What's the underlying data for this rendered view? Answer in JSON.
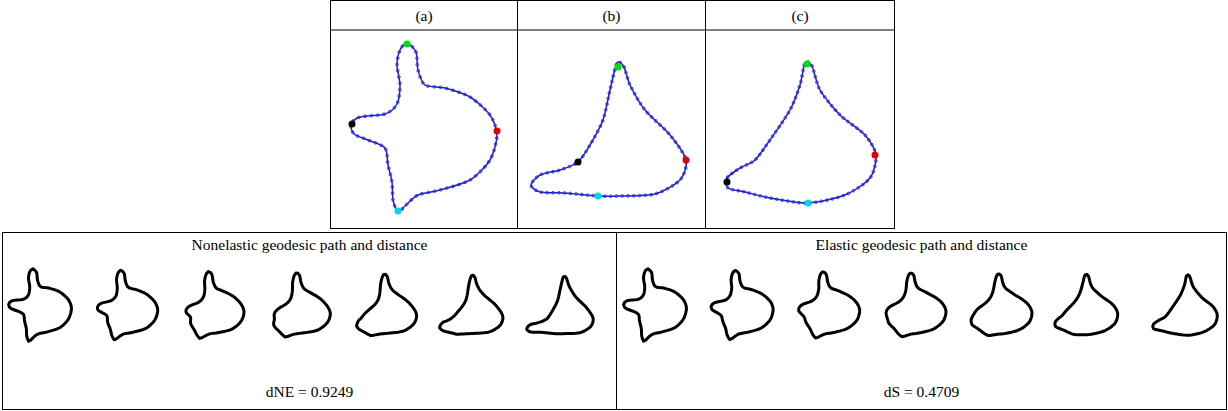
{
  "diagram": {
    "nodes": [
      {
        "text": [
          "(a)"
        ]
      },
      {
        "text": [
          "(b)"
        ]
      },
      {
        "text": [
          "(c)"
        ]
      },
      {
        "text": [
          "Nonelastic geodesic path and distance",
          "dNE = 0.9249"
        ]
      },
      {
        "text": [
          "Elastic geodesic path and distance",
          "dS = 0.4709"
        ]
      }
    ]
  }
}
